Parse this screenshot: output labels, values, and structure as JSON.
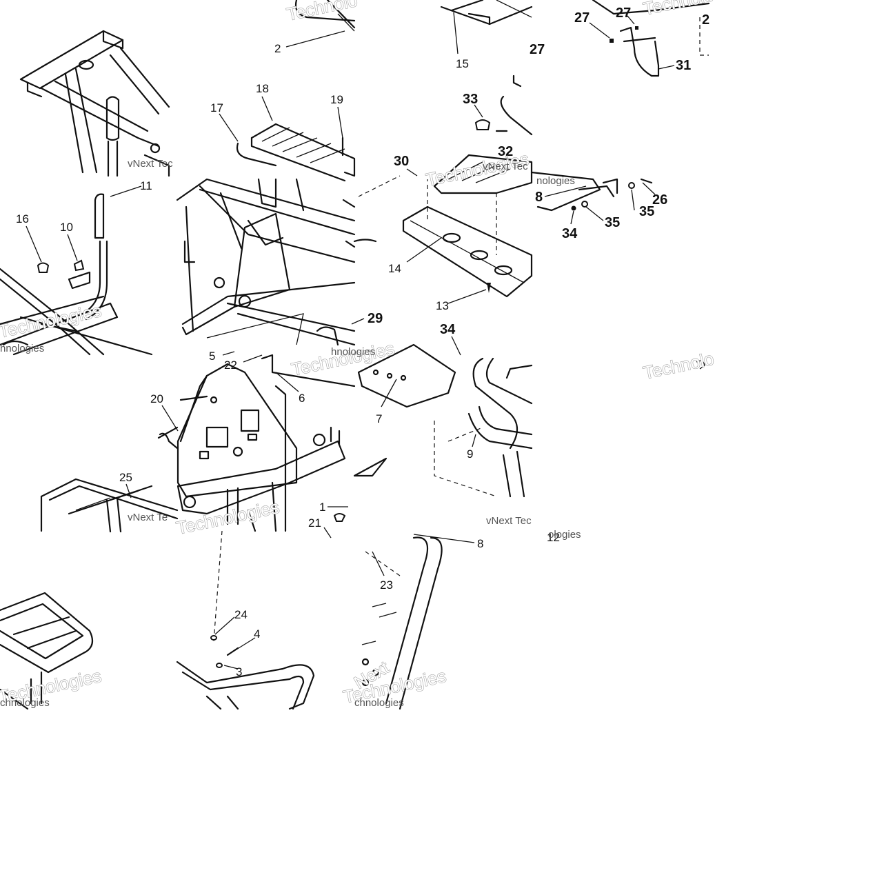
{
  "labels": {
    "l2": "2",
    "l15": "15",
    "l27a": "27",
    "l27b": "27",
    "l27c": "27",
    "l2b": "2",
    "l31": "31",
    "l18": "18",
    "l17": "17",
    "l19": "19",
    "l33": "33",
    "l32": "32",
    "l30": "30",
    "l28": "8",
    "l26": "26",
    "l35a": "35",
    "l35b": "35",
    "l34a": "34",
    "l11": "11",
    "l16": "16",
    "l10": "10",
    "l14": "14",
    "l13": "13",
    "l29": "29",
    "l5": "5",
    "l22": "22",
    "l6": "6",
    "l34b": "34",
    "l7": "7",
    "l20": "20",
    "l25": "25",
    "l9": "9",
    "l1": "1",
    "l21": "21",
    "l12": "12",
    "l8": "8",
    "l23": "23",
    "l24": "24",
    "l4": "4",
    "l3": "3"
  },
  "watermarks": {
    "w1": "Technolo",
    "w2": "Technolo",
    "w3": "Technologies",
    "w4": "Technolo",
    "w5": "Technologies",
    "w6": "Technologies",
    "w7": "Technologies",
    "w8": "Technologies",
    "w9": "Technologies",
    "w10": "Next"
  },
  "watermarks_small": {
    "s1": "vNext Tec",
    "s2": "vNext Tec",
    "s3": "nologies",
    "s4": "hnologies",
    "s5": "vNext Te",
    "s6": "vNext Tec",
    "s7": "hnologies",
    "s8": "chnologies",
    "s9": "chnologies",
    "s10": "ologies"
  }
}
